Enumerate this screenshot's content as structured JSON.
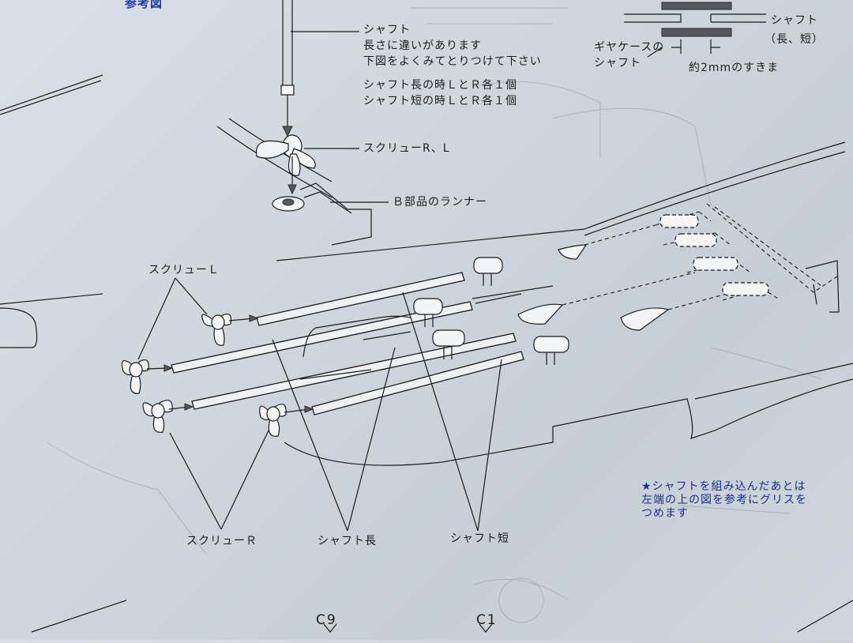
{
  "header": {
    "fragment": "参考図"
  },
  "labels": {
    "shaft_note": {
      "line1": "シャフト",
      "line2": "長さに違いがあります",
      "line3": "下図をよくみてとりつけて下さい",
      "line4": "シャフト長の時ＬとＲ各１個",
      "line5": "シャフト短の時ＬとＲ各１個"
    },
    "screw_rl": "スクリューR、L",
    "runner": "Ｂ部品のランナー",
    "screw_l": "スクリューＬ",
    "screw_r": "スクリューＲ",
    "shaft_long": "シャフト長",
    "shaft_short": "シャフト短",
    "gearcase_shaft": {
      "line1": "ギヤケースの",
      "line2": "シャフト"
    },
    "shaft_top_right": {
      "line1": "シャフト",
      "line2": "（長、短）"
    },
    "gap": "約2mmのすきま",
    "grease_note": {
      "line1": "★シャフトを組み込んだあとは",
      "line2": "左端の上の図を参考にグリスを",
      "line3": "つめます"
    },
    "ref_c9": "C9",
    "ref_c1": "C1"
  }
}
